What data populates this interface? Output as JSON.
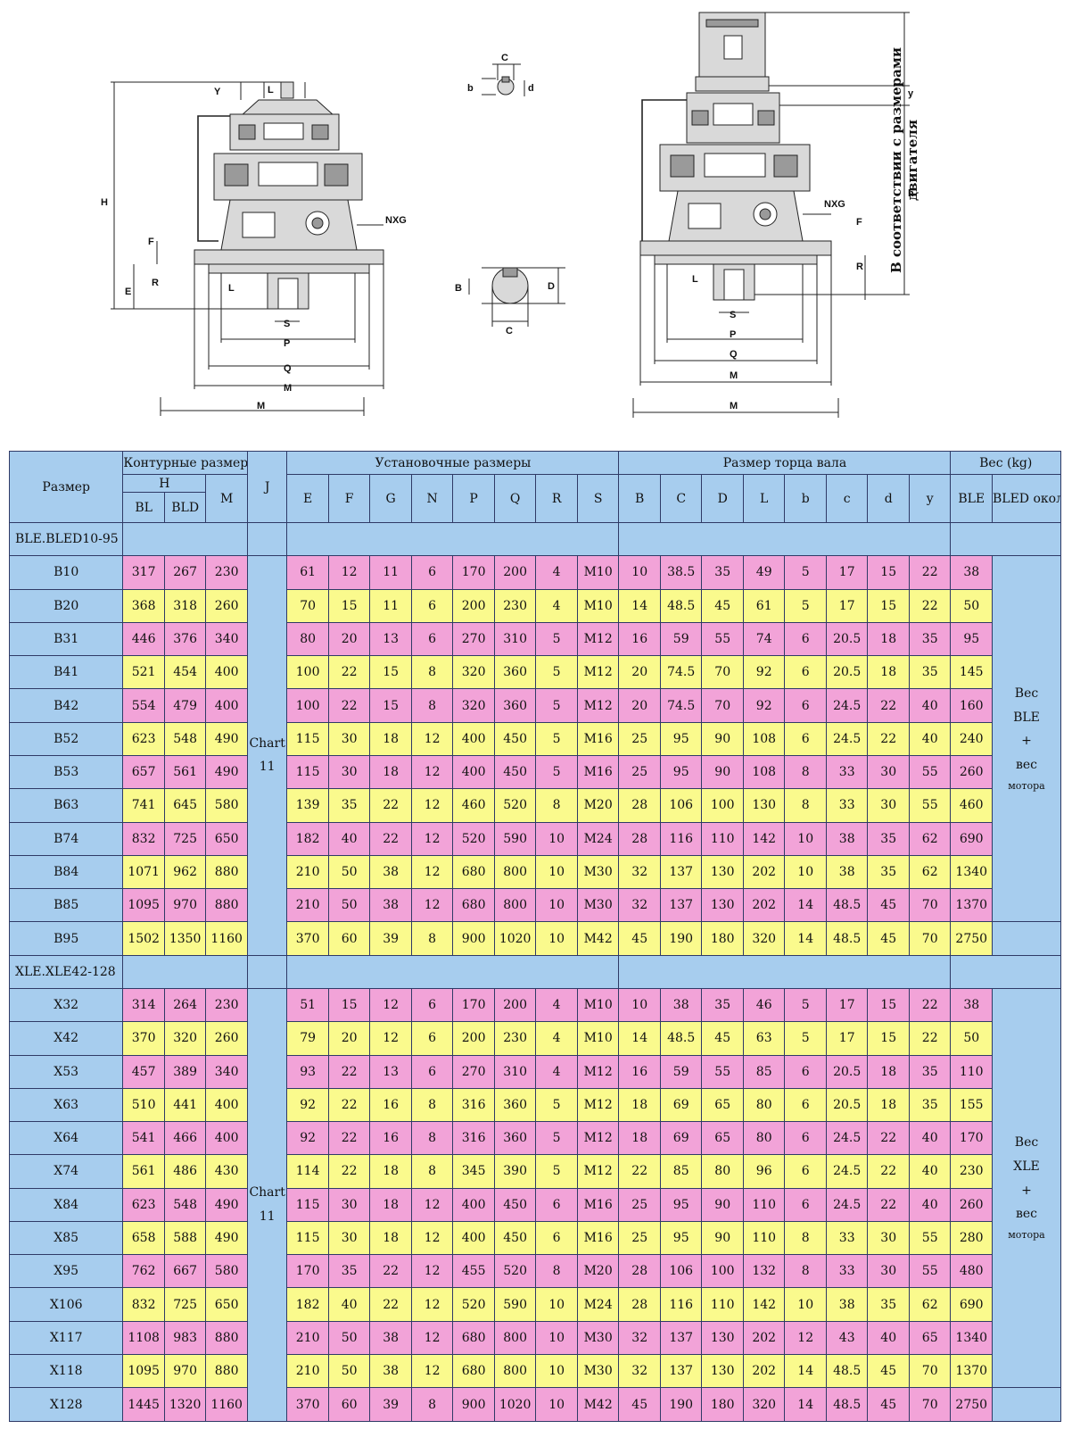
{
  "drawing_labels": {
    "H": "H",
    "Y": "Y",
    "L": "L",
    "F": "F",
    "R": "R",
    "E": "E",
    "S": "S",
    "P": "P",
    "Q": "Q",
    "M": "M",
    "NXG": "NXG",
    "C": "C",
    "b": "b",
    "d": "d",
    "B": "B",
    "D": "D",
    "y": "y",
    "h": "h"
  },
  "side_note": "В соответствии с размерами двигателя",
  "table": {
    "headers": {
      "size": "Размер",
      "outline": "Контурные размеры",
      "install": "Установочные размеры",
      "shaft": "Размер торца вала",
      "weight": "Вес (kg)",
      "H": "H",
      "BL": "BL",
      "BLD": "BLD",
      "M": "M",
      "J": "J",
      "E": "E",
      "F": "F",
      "G": "G",
      "N": "N",
      "P": "P",
      "Q": "Q",
      "R": "R",
      "S": "S",
      "B": "B",
      "C": "C",
      "D": "D",
      "L": "L",
      "b": "b",
      "c": "c",
      "d": "d",
      "y": "y",
      "BLE": "BLE",
      "BLED": "BLED около"
    },
    "groups": [
      {
        "name": "BLE.BLED10-95",
        "chart": "Chart 11",
        "weight_note": [
          "Вес",
          "BLE",
          "+",
          "вес",
          "мотора"
        ],
        "rows": [
          [
            "B10",
            "317",
            "267",
            "230",
            "61",
            "12",
            "11",
            "6",
            "170",
            "200",
            "4",
            "M10",
            "10",
            "38.5",
            "35",
            "49",
            "5",
            "17",
            "15",
            "22",
            "38"
          ],
          [
            "B20",
            "368",
            "318",
            "260",
            "70",
            "15",
            "11",
            "6",
            "200",
            "230",
            "4",
            "M10",
            "14",
            "48.5",
            "45",
            "61",
            "5",
            "17",
            "15",
            "22",
            "50"
          ],
          [
            "B31",
            "446",
            "376",
            "340",
            "80",
            "20",
            "13",
            "6",
            "270",
            "310",
            "5",
            "M12",
            "16",
            "59",
            "55",
            "74",
            "6",
            "20.5",
            "18",
            "35",
            "95"
          ],
          [
            "B41",
            "521",
            "454",
            "400",
            "100",
            "22",
            "15",
            "8",
            "320",
            "360",
            "5",
            "M12",
            "20",
            "74.5",
            "70",
            "92",
            "6",
            "20.5",
            "18",
            "35",
            "145"
          ],
          [
            "B42",
            "554",
            "479",
            "400",
            "100",
            "22",
            "15",
            "8",
            "320",
            "360",
            "5",
            "M12",
            "20",
            "74.5",
            "70",
            "92",
            "6",
            "24.5",
            "22",
            "40",
            "160"
          ],
          [
            "B52",
            "623",
            "548",
            "490",
            "115",
            "30",
            "18",
            "12",
            "400",
            "450",
            "5",
            "M16",
            "25",
            "95",
            "90",
            "108",
            "6",
            "24.5",
            "22",
            "40",
            "240"
          ],
          [
            "B53",
            "657",
            "561",
            "490",
            "115",
            "30",
            "18",
            "12",
            "400",
            "450",
            "5",
            "M16",
            "25",
            "95",
            "90",
            "108",
            "8",
            "33",
            "30",
            "55",
            "260"
          ],
          [
            "B63",
            "741",
            "645",
            "580",
            "139",
            "35",
            "22",
            "12",
            "460",
            "520",
            "8",
            "M20",
            "28",
            "106",
            "100",
            "130",
            "8",
            "33",
            "30",
            "55",
            "460"
          ],
          [
            "B74",
            "832",
            "725",
            "650",
            "182",
            "40",
            "22",
            "12",
            "520",
            "590",
            "10",
            "M24",
            "28",
            "116",
            "110",
            "142",
            "10",
            "38",
            "35",
            "62",
            "690"
          ],
          [
            "B84",
            "1071",
            "962",
            "880",
            "210",
            "50",
            "38",
            "12",
            "680",
            "800",
            "10",
            "M30",
            "32",
            "137",
            "130",
            "202",
            "10",
            "38",
            "35",
            "62",
            "1340"
          ],
          [
            "B85",
            "1095",
            "970",
            "880",
            "210",
            "50",
            "38",
            "12",
            "680",
            "800",
            "10",
            "M30",
            "32",
            "137",
            "130",
            "202",
            "14",
            "48.5",
            "45",
            "70",
            "1370"
          ],
          [
            "B95",
            "1502",
            "1350",
            "1160",
            "370",
            "60",
            "39",
            "8",
            "900",
            "1020",
            "10",
            "M42",
            "45",
            "190",
            "180",
            "320",
            "14",
            "48.5",
            "45",
            "70",
            "2750"
          ]
        ]
      },
      {
        "name": "XLE.XLE42-128",
        "chart": "Chart 11",
        "weight_note": [
          "Вес",
          "XLE",
          "+",
          "вес",
          "мотора"
        ],
        "rows": [
          [
            "X32",
            "314",
            "264",
            "230",
            "51",
            "15",
            "12",
            "6",
            "170",
            "200",
            "4",
            "M10",
            "10",
            "38",
            "35",
            "46",
            "5",
            "17",
            "15",
            "22",
            "38"
          ],
          [
            "X42",
            "370",
            "320",
            "260",
            "79",
            "20",
            "12",
            "6",
            "200",
            "230",
            "4",
            "M10",
            "14",
            "48.5",
            "45",
            "63",
            "5",
            "17",
            "15",
            "22",
            "50"
          ],
          [
            "X53",
            "457",
            "389",
            "340",
            "93",
            "22",
            "13",
            "6",
            "270",
            "310",
            "4",
            "M12",
            "16",
            "59",
            "55",
            "85",
            "6",
            "20.5",
            "18",
            "35",
            "110"
          ],
          [
            "X63",
            "510",
            "441",
            "400",
            "92",
            "22",
            "16",
            "8",
            "316",
            "360",
            "5",
            "M12",
            "18",
            "69",
            "65",
            "80",
            "6",
            "20.5",
            "18",
            "35",
            "155"
          ],
          [
            "X64",
            "541",
            "466",
            "400",
            "92",
            "22",
            "16",
            "8",
            "316",
            "360",
            "5",
            "M12",
            "18",
            "69",
            "65",
            "80",
            "6",
            "24.5",
            "22",
            "40",
            "170"
          ],
          [
            "X74",
            "561",
            "486",
            "430",
            "114",
            "22",
            "18",
            "8",
            "345",
            "390",
            "5",
            "M12",
            "22",
            "85",
            "80",
            "96",
            "6",
            "24.5",
            "22",
            "40",
            "230"
          ],
          [
            "X84",
            "623",
            "548",
            "490",
            "115",
            "30",
            "18",
            "12",
            "400",
            "450",
            "6",
            "M16",
            "25",
            "95",
            "90",
            "110",
            "6",
            "24.5",
            "22",
            "40",
            "260"
          ],
          [
            "X85",
            "658",
            "588",
            "490",
            "115",
            "30",
            "18",
            "12",
            "400",
            "450",
            "6",
            "M16",
            "25",
            "95",
            "90",
            "110",
            "8",
            "33",
            "30",
            "55",
            "280"
          ],
          [
            "X95",
            "762",
            "667",
            "580",
            "170",
            "35",
            "22",
            "12",
            "455",
            "520",
            "8",
            "M20",
            "28",
            "106",
            "100",
            "132",
            "8",
            "33",
            "30",
            "55",
            "480"
          ],
          [
            "X106",
            "832",
            "725",
            "650",
            "182",
            "40",
            "22",
            "12",
            "520",
            "590",
            "10",
            "M24",
            "28",
            "116",
            "110",
            "142",
            "10",
            "38",
            "35",
            "62",
            "690"
          ],
          [
            "X117",
            "1108",
            "983",
            "880",
            "210",
            "50",
            "38",
            "12",
            "680",
            "800",
            "10",
            "M30",
            "32",
            "137",
            "130",
            "202",
            "12",
            "43",
            "40",
            "65",
            "1340"
          ],
          [
            "X118",
            "1095",
            "970",
            "880",
            "210",
            "50",
            "38",
            "12",
            "680",
            "800",
            "10",
            "M30",
            "32",
            "137",
            "130",
            "202",
            "14",
            "48.5",
            "45",
            "70",
            "1370"
          ],
          [
            "X128",
            "1445",
            "1320",
            "1160",
            "370",
            "60",
            "39",
            "8",
            "900",
            "1020",
            "10",
            "M42",
            "45",
            "190",
            "180",
            "320",
            "14",
            "48.5",
            "45",
            "70",
            "2750"
          ]
        ]
      }
    ]
  },
  "colors": {
    "header": "#a7cdee",
    "pink": "#f2a3d8",
    "yellow": "#fafa8d"
  }
}
